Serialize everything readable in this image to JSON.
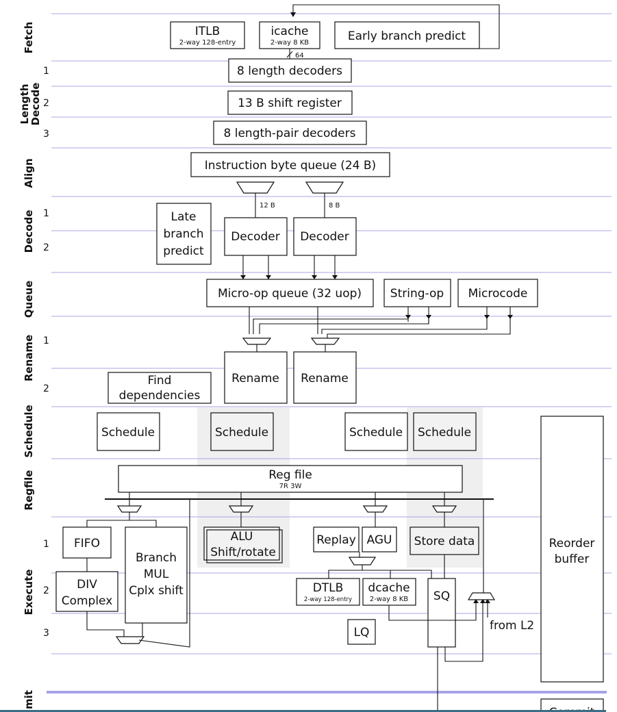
{
  "stages": {
    "fetch": "Fetch",
    "length_decode": "Length Decode",
    "align": "Align",
    "decode": "Decode",
    "queue": "Queue",
    "rename": "Rename",
    "schedule": "Schedule",
    "regfile": "Regfile",
    "execute": "Execute",
    "commit": "mit"
  },
  "substage_numbers": {
    "ld1": "1",
    "ld2": "2",
    "ld3": "3",
    "dec1": "1",
    "dec2": "2",
    "ren1": "1",
    "ren2": "2",
    "ex1": "1",
    "ex2": "2",
    "ex3": "3"
  },
  "blocks": {
    "itlb": {
      "name": "ITLB",
      "detail": "2-way 128-entry"
    },
    "icache": {
      "name": "icache",
      "detail": "2-way 8 KB"
    },
    "early_branch": "Early branch predict",
    "bus_width_64": "64",
    "length_decoders": "8 length decoders",
    "shift_register": "13 B shift register",
    "length_pair_decoders": "8 length-pair decoders",
    "instr_byte_queue": "Instruction byte queue (24 B)",
    "width_12b": "12 B",
    "width_8b": "8 B",
    "late_branch": [
      "Late",
      "branch",
      "predict"
    ],
    "decoder_a": "Decoder",
    "decoder_b": "Decoder",
    "uop_queue": "Micro-op queue (32 uop)",
    "string_op": "String-op",
    "microcode": "Microcode",
    "rename_a": "Rename",
    "rename_b": "Rename",
    "find_deps": [
      "Find",
      "dependencies"
    ],
    "schedule_1": "Schedule",
    "schedule_2": "Schedule",
    "schedule_3": "Schedule",
    "schedule_4": "Schedule",
    "regfile": {
      "name": "Reg file",
      "ports": "7R 3W"
    },
    "fifo": "FIFO",
    "div": [
      "DIV",
      "Complex"
    ],
    "branch_mul": [
      "Branch",
      "MUL",
      "Cplx shift"
    ],
    "alu": [
      "ALU",
      "Shift/rotate"
    ],
    "replay": "Replay",
    "agu": "AGU",
    "store_data": "Store data",
    "dtlb": {
      "name": "DTLB",
      "detail": "2-way 128-entry"
    },
    "dcache": {
      "name": "dcache",
      "detail": "2-way 8 KB"
    },
    "sq": "SQ",
    "lq": "LQ",
    "from_l2": "from L2",
    "reorder_buffer": [
      "Reorder",
      "buffer"
    ],
    "commit_partial": "Commit"
  },
  "colors": {
    "stage_separator": "#a9a6e6",
    "lane_shade": "#efefef",
    "box_shade": "#f2f2f2",
    "ink": "#111111"
  }
}
